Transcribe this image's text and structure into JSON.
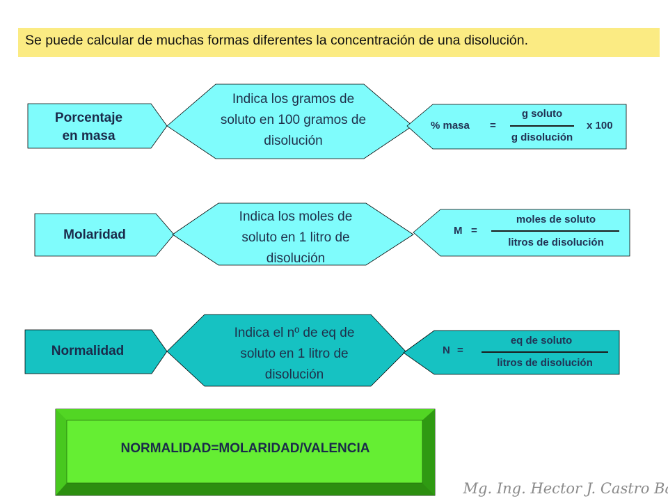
{
  "header": {
    "text": "Se puede calcular de muchas formas diferentes la concentración de una disolución."
  },
  "rows": [
    {
      "concept": "Porcentaje en masa",
      "concept_lines": [
        "Porcentaje",
        "en masa"
      ],
      "description_lines": [
        "Indica los gramos de",
        "soluto en 100 gramos de",
        "disolución"
      ],
      "formula": {
        "lhs": "% masa",
        "equals": "=",
        "numerator": "g soluto",
        "denominator": "g disolución",
        "suffix": "x 100"
      }
    },
    {
      "concept": "Molaridad",
      "concept_lines": [
        "Molaridad"
      ],
      "description_lines": [
        "Indica los moles de",
        "soluto en 1 litro de",
        "disolución"
      ],
      "formula": {
        "lhs": "M",
        "equals": "=",
        "numerator": "moles de soluto",
        "denominator": "litros de disolución",
        "suffix": ""
      }
    },
    {
      "concept": "Normalidad",
      "concept_lines": [
        "Normalidad"
      ],
      "description_lines": [
        "Indica el nº de eq de",
        "soluto en 1 litro de",
        "disolución"
      ],
      "formula": {
        "lhs": "N",
        "equals": "=",
        "numerator": "eq de soluto",
        "denominator": "litros de disolución",
        "suffix": ""
      }
    }
  ],
  "relation": {
    "text": "NORMALIDAD=MOLARIDAD/VALENCIA"
  },
  "signature": {
    "text": "Mg. Ing. Hector J. Castro Ba"
  },
  "colors": {
    "header_bg": "#fbeb83",
    "row1_fill": "#7ffcfc",
    "row2_fill": "#7ffcfc",
    "row3_fill": "#16c2c2",
    "relation_fill": "#65ee33",
    "relation_bevel": "#3fb61a"
  }
}
